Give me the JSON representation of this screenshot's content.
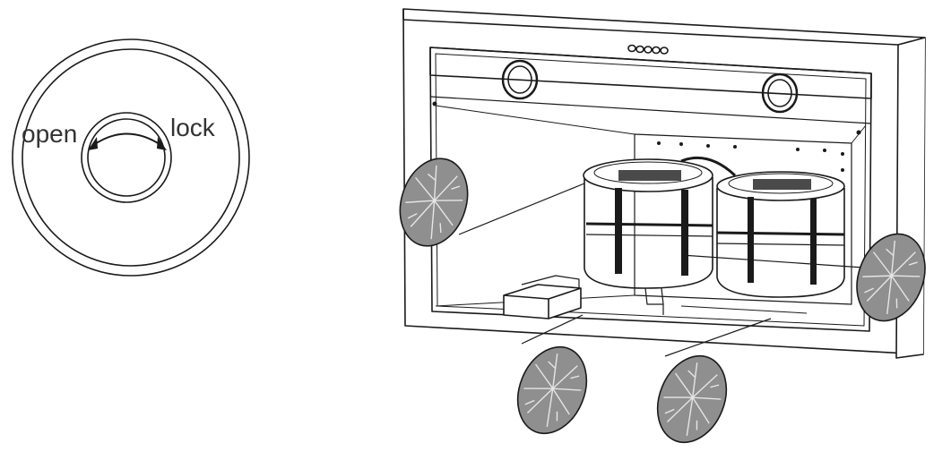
{
  "diagram": {
    "lock_dial": {
      "labels": {
        "open": "open",
        "lock": "lock"
      },
      "arrow": "bidirectional-rotation"
    },
    "range_hood": {
      "control_buttons_count": 5,
      "lights_count": 2,
      "blower_motors_count": 2,
      "filters_count": 4
    },
    "colors": {
      "line": "#1a1a1a",
      "filter_fill": "#8f8f8f",
      "filter_line": "#e6e6e6",
      "label_text": "#333333",
      "background": "#ffffff"
    }
  }
}
